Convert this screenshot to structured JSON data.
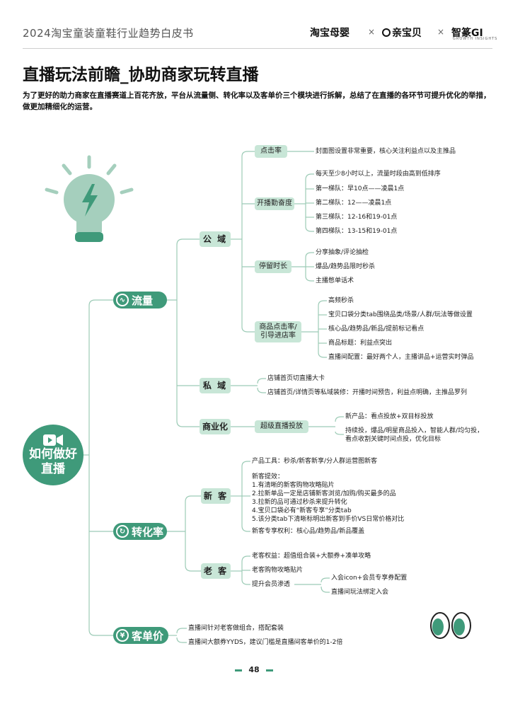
{
  "header": {
    "title": "2024淘宝童装童鞋行业趋势白皮书",
    "brand1": "淘宝母婴",
    "brand2": "亲宝贝",
    "brand3": "智篆GI",
    "brand3_sub": "GROWTH INSIGHTS",
    "sep": "×"
  },
  "page_title": "直播玩法前瞻_协助商家玩转直播",
  "intro": "为了更好的助力商家在直播赛道上百花齐放，平台从流量侧、转化率以及客单价三个模块进行拆解，总结了在直播的各环节可提升优化的举措，做更加精细化的运营。",
  "root": {
    "line1": "如何做好",
    "line2": "直播"
  },
  "majors": {
    "traffic": "流量",
    "conversion": "转化率",
    "aov": "客单价"
  },
  "traffic": {
    "public": "公 域",
    "private": "私 域",
    "commercial": "商业化",
    "click": "点击率",
    "click_leaf": "封面图设置非常重要，核心关注利益点以及主推品",
    "diligence": "开播勤奋度",
    "diligence_leaves": [
      "每天至少8小时以上，流量时段由高到低排序",
      "第一梯队：早10点——凌晨1点",
      "第二梯队：12——凌晨1点",
      "第三梯队：12-16和19-01点",
      "第四梯队：13-15和19-01点"
    ],
    "stay": "停留时长",
    "stay_leaves": [
      "分享抽象/评论抽检",
      "爆品/趋势品限时秒杀",
      "主播憋单话术"
    ],
    "prod_click": "商品点击率/引导进店率",
    "prod_click_leaves": [
      "高频秒杀",
      "宝贝口袋分类tab围绕品类/场景/人群/玩法等做设置",
      "核心品/趋势品/新品/提前标记看点",
      "商品标题：利益点突出",
      "直播间配置：最好两个人，主播讲品+运营实时弹品"
    ],
    "private_leaves": [
      "店铺首页切直播大卡",
      "店铺首页/详情页等私域装修：开播时间预告，利益点明确，主推品罗列"
    ],
    "super": "超级直播投放",
    "super_leaves": [
      "新产品：看点投放+双目标投放",
      "持续投，爆品/明星商品投入，智能人群/均匀投，",
      "看点收割关键时间点投，优化目标"
    ]
  },
  "conversion": {
    "new": "新 客",
    "old": "老 客",
    "new_tool": "产品工具：秒杀/新客新享/分人群运营图新客",
    "new_lines": [
      "新客提效：",
      "1.有清晰的新客购物攻略贴片",
      "2.拉新单品一定是店铺新客浏览/加购/购买最多的品",
      "3.拉新的品可通过秒杀来提升转化",
      "4.宝贝口袋必有“新客专享”分类tab",
      "5.该分类tab下清晰标明出新客到手价VS日常价格对比"
    ],
    "new_rights": "新客专享权利：核心品/趋势品/新品覆盖",
    "old_rights": "老客权益：超值组合装+大额券+凑单攻略",
    "old_guide": "老客购物攻略贴片",
    "member": "提升会员渗透",
    "member_leaves": [
      "入会icon+会员专享券配置",
      "直播间玩法绑定入会"
    ]
  },
  "aov": {
    "leaves": [
      "直播间针对老客做组合，搭配套装",
      "直播间大额券YYDS，建议门槛是直播间客单价的1-2倍"
    ]
  },
  "page_number": "48",
  "colors": {
    "accent": "#3f9a7a",
    "pill": "#c8e6d7",
    "bulb": "#a5cfbd"
  }
}
